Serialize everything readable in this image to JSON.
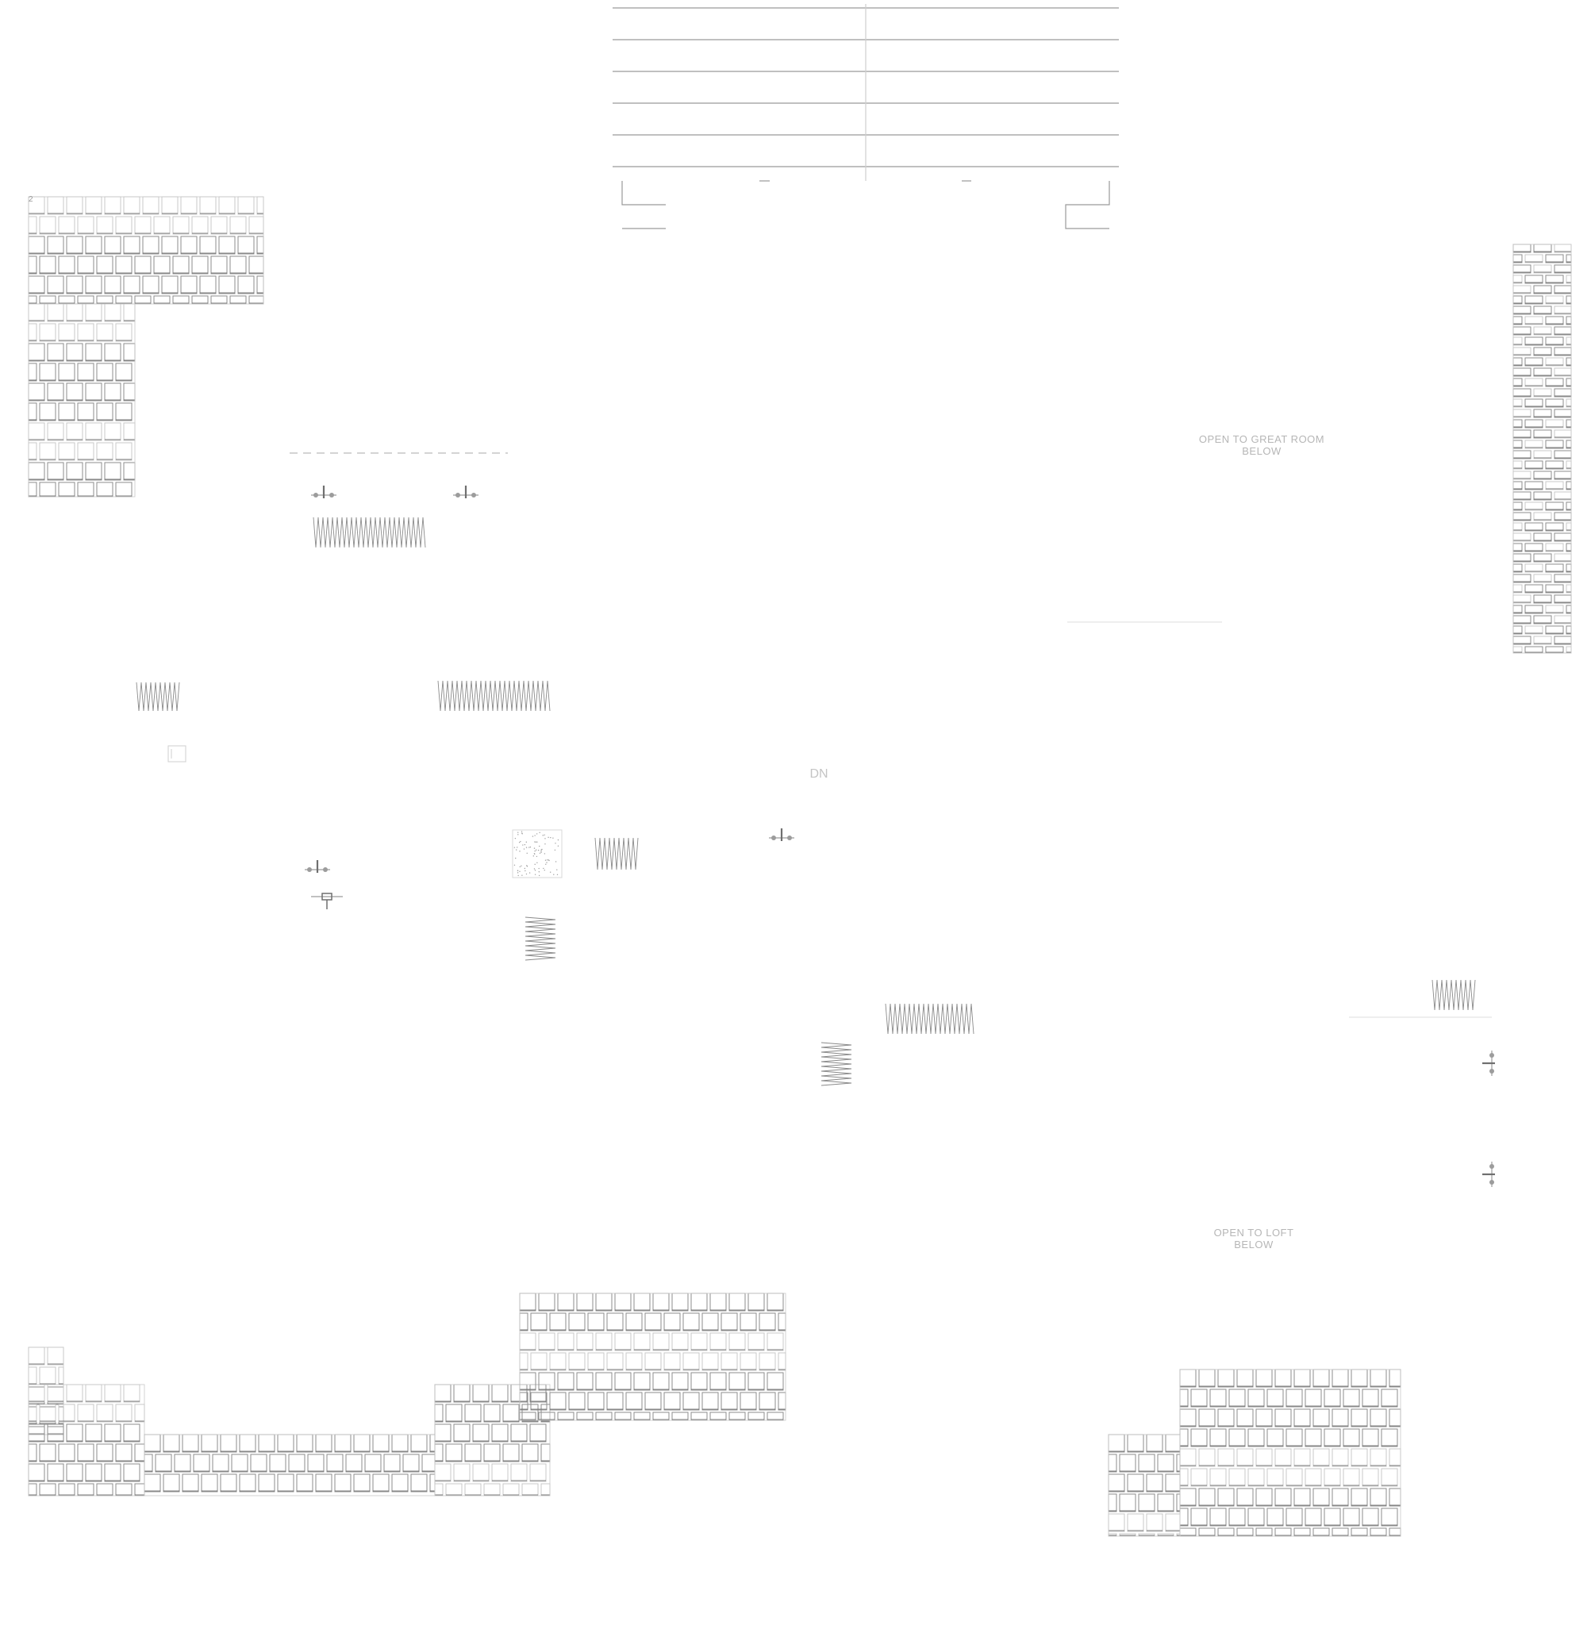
{
  "plan": {
    "labels": {
      "open_great_room": [
        "OPEN TO GREAT ROOM",
        "BELOW"
      ],
      "open_to_2": [
        "OPEN TO LOFT",
        "BELOW"
      ],
      "down_mark": "DN",
      "corner_mark": "2"
    },
    "colors": {
      "line": "#8e8e8e",
      "light_line": "#c8c8c8",
      "label": "#b6b6b6",
      "fixture": "#9c9c9c"
    },
    "icons": [
      "plumbing-fixture-icon",
      "sink-fixture-icon"
    ]
  }
}
